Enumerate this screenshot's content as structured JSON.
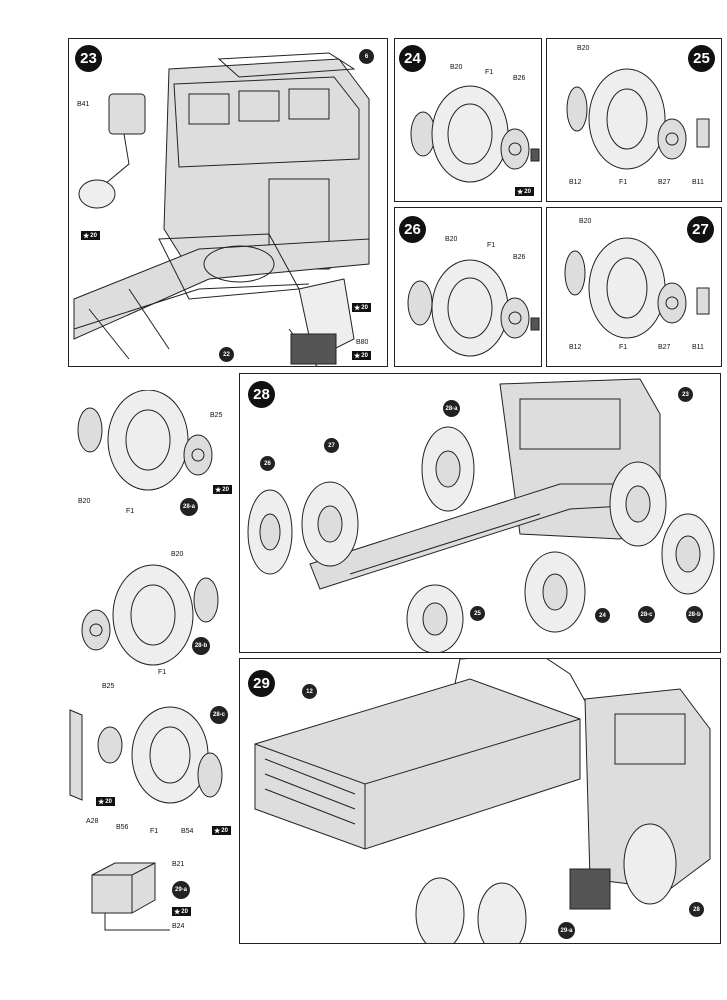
{
  "steps": {
    "s23": {
      "number": "23",
      "labels": {
        "p6": "6",
        "b41": "B41",
        "p22": "22",
        "b80": "B80"
      },
      "flags": [
        "20",
        "20",
        "20"
      ]
    },
    "s24": {
      "number": "24",
      "labels": {
        "b20": "B20",
        "f1": "F1",
        "b26": "B26"
      },
      "flags": [
        "20"
      ]
    },
    "s25": {
      "number": "25",
      "labels": {
        "b20": "B20",
        "b12": "B12",
        "f1": "F1",
        "b27": "B27",
        "b11": "B11"
      }
    },
    "s26": {
      "number": "26",
      "labels": {
        "b20": "B20",
        "f1": "F1",
        "b26": "B26"
      }
    },
    "s27": {
      "number": "27",
      "labels": {
        "b20": "B20",
        "b12": "B12",
        "f1": "F1",
        "b27": "B27",
        "b11": "B11"
      }
    },
    "s28": {
      "number": "28",
      "badges": {
        "a": "28-a",
        "c": "28-c",
        "b": "28-b",
        "p23": "23",
        "p27": "27",
        "p26": "26",
        "p25": "25",
        "p24": "24"
      }
    },
    "s29": {
      "number": "29",
      "badges": {
        "p12": "12",
        "p28": "28",
        "a29": "29-a"
      }
    }
  },
  "subassemblies": {
    "a28a": {
      "badge": "28-a",
      "labels": {
        "b25": "B25",
        "b20": "B20",
        "f1": "F1"
      },
      "flag": "20"
    },
    "a28b": {
      "badge": "28-b",
      "labels": {
        "b20": "B20",
        "b25": "B25",
        "f1": "F1"
      }
    },
    "a28c": {
      "badge": "28-c",
      "labels": {
        "a28": "A28",
        "b56": "B56",
        "f1": "F1",
        "b54": "B54"
      },
      "flags": [
        "20",
        "20"
      ]
    },
    "a29a": {
      "badge": "29-a",
      "labels": {
        "b21": "B21",
        "b24": "B24"
      },
      "flag": "20"
    }
  }
}
